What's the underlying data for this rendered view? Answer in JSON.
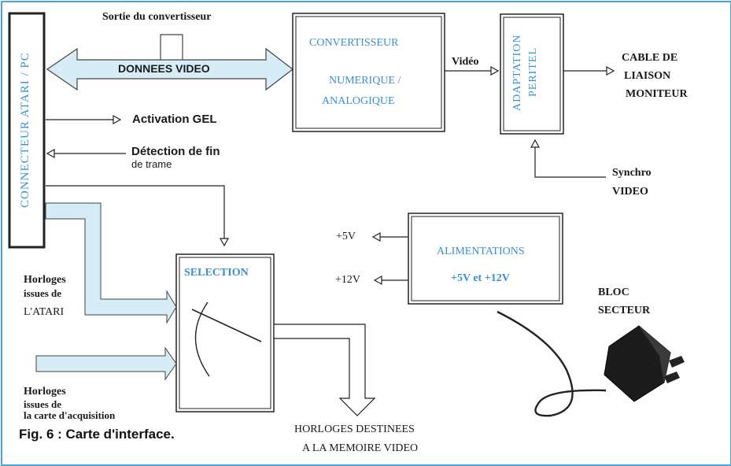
{
  "diagram": {
    "connector_label": "CONNECTEUR ATARI / PC",
    "sortie_label": "Sortie du convertisseur",
    "donnees_video": "DONNEES VIDEO",
    "activation_gel": "Activation GEL",
    "detection_line1": "Détection de fin",
    "detection_line2": "de trame",
    "converter_line1": "CONVERTISSEUR",
    "converter_line2": "NUMERIQUE /",
    "converter_line3": "ANALOGIQUE",
    "video_label": "Vidéo",
    "adaptation_line1": "ADAPTATION",
    "adaptation_line2": "PERITEL",
    "cable_line1": "CABLE DE",
    "cable_line2": "LIAISON",
    "cable_line3": "MONITEUR",
    "synchro_line1": "Synchro",
    "synchro_line2": "VIDEO",
    "plus5v": "+5V",
    "plus12v": "+12V",
    "alim_line1": "ALIMENTATIONS",
    "alim_line2": "+5V et +12V",
    "bloc_line1": "BLOC",
    "bloc_line2": "SECTEUR",
    "selection": "SELECTION",
    "horloges_atari_line1": "Horloges",
    "horloges_atari_line2": "issues de",
    "horloges_atari_line3": "L'ATARI",
    "horloges_acq_line1": "Horloges",
    "horloges_acq_line2": "issues de",
    "horloges_acq_line3": "la carte d'acquisition",
    "horloges_dest_line1": "HORLOGES DESTINEES",
    "horloges_dest_line2": "A LA MEMOIRE VIDEO"
  },
  "caption": "Fig. 6 : Carte d'interface.",
  "colors": {
    "accent": "#3a8fd0",
    "arrow_fill": "#d6ecf7",
    "frame": "#4aa3dc",
    "line": "#222222"
  }
}
